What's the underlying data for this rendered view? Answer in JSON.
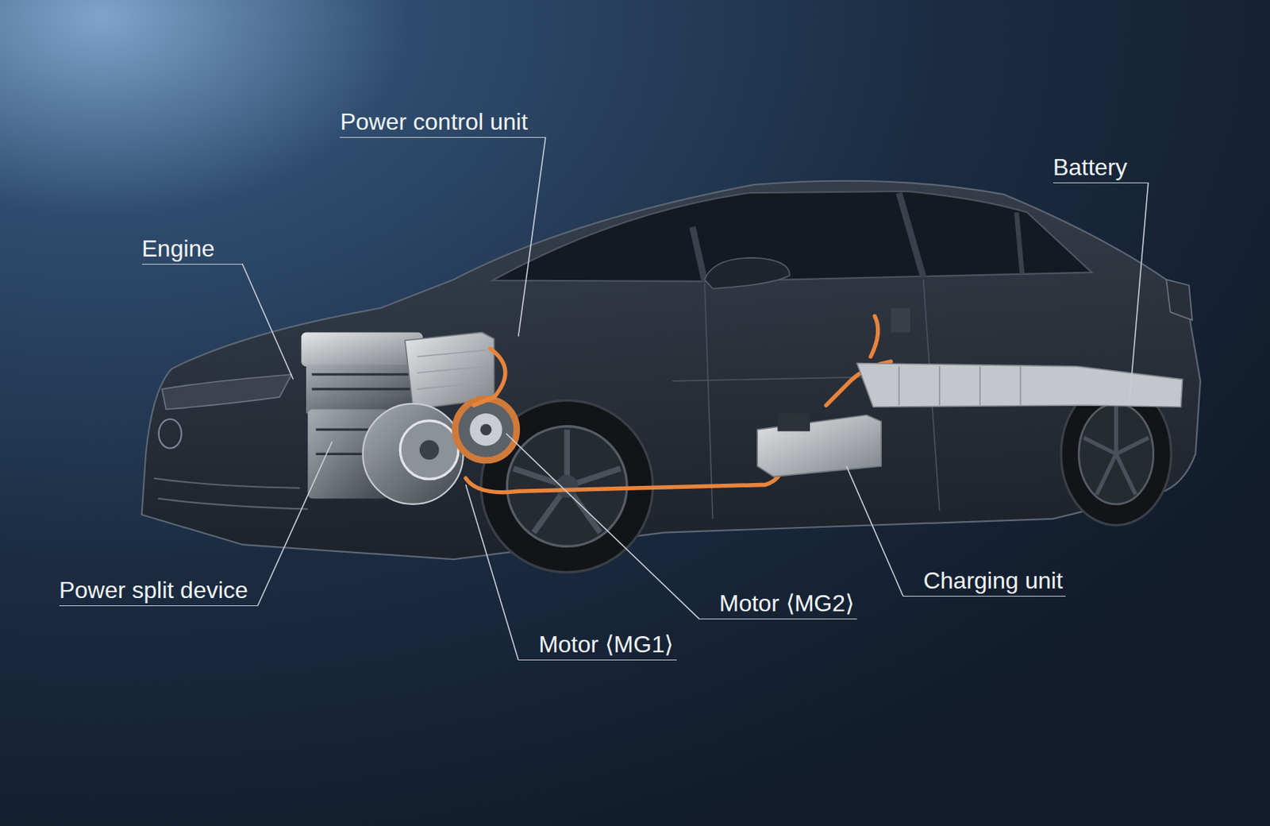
{
  "diagram": {
    "labels": [
      "Power control unit",
      "Battery",
      "Engine",
      "Charging unit",
      "Power split device",
      "Motor ⟨MG2⟩",
      "Motor ⟨MG1⟩"
    ]
  }
}
